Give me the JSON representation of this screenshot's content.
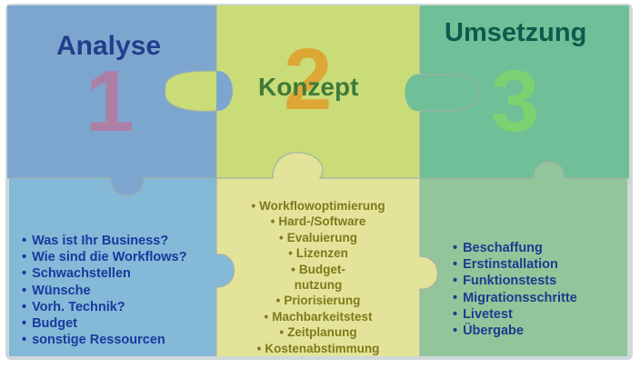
{
  "colors": {
    "analyse_top": "#7da6cf",
    "konzept_top": "#c9dc78",
    "umsetzung_top": "#6fbf98",
    "analyse_bottom": "#84b9d8",
    "konzept_bottom": "#e4e39a",
    "umsetzung_bottom": "#93c59a",
    "title_analyse": "#1f3f8c",
    "title_konzept": "#3f7a3a",
    "title_umsetzung": "#0e5a4c",
    "num_1": "#b57a9e",
    "num_2": "#e0a12e",
    "num_3": "#7ed36c",
    "list_left": "#173a9c",
    "list_center": "#7e7a1b",
    "list_right": "#1b3c8f"
  },
  "phases": [
    {
      "title": "Analyse",
      "number": "1"
    },
    {
      "title": "Konzept",
      "number": "2"
    },
    {
      "title": "Umsetzung",
      "number": "3"
    }
  ],
  "lists": {
    "analyse": [
      "Was ist Ihr Business?",
      "Wie sind die Workflows?",
      "Schwachstellen",
      "Wünsche",
      "Vorh. Technik?",
      "Budget",
      "sonstige Ressourcen"
    ],
    "konzept": [
      "Workflowoptimierung",
      "Hard-/Software",
      "Evaluierung",
      "Lizenzen",
      "Budget-",
      "nutzung",
      "Priorisierung",
      "Machbarkeitstest",
      "Zeitplanung",
      "Kostenabstimmung"
    ],
    "umsetzung": [
      "Beschaffung",
      "Erstinstallation",
      "Funktionstests",
      "Migrationsschritte",
      "Livetest",
      "Übergabe"
    ]
  },
  "bullet": "•"
}
